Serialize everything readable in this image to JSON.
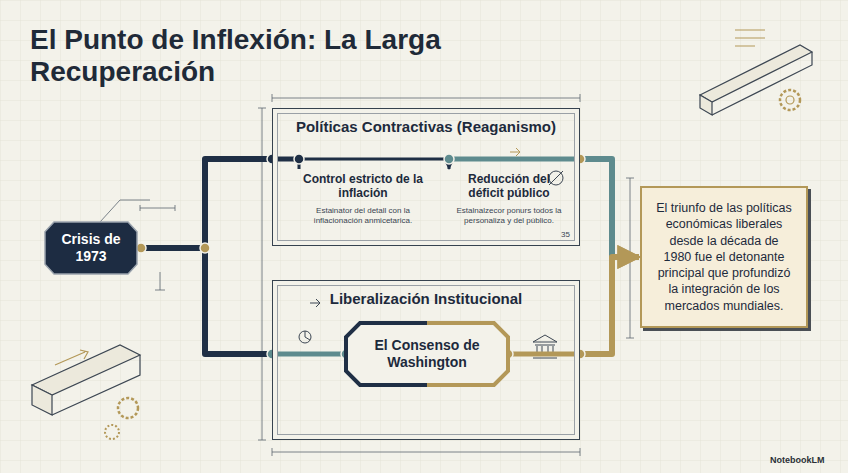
{
  "diagram": {
    "title": "El Punto de Inflexión: La Larga Recuperación",
    "nodes": [
      {
        "text": [
          "Crisis de 1973"
        ]
      },
      {
        "text": [
          "Políticas Contractivas (Reaganismo)"
        ]
      },
      {
        "text": [
          "Control estricto de la inflación",
          "Estainator del detall con la inflacionación anmicetarica."
        ],
        "in": 1
      },
      {
        "text": [
          "Reducción del déficit público",
          "Estalnalzecor ponurs todos la personaliza y del público."
        ],
        "in": 1
      },
      {
        "text": [
          "Liberalización Institucional"
        ]
      },
      {
        "text": [
          "El Consenso de Washington"
        ],
        "in": 4
      },
      {
        "text": [
          "El triunfo de las políticas económicas liberales desde la década de 1980 fue el detonante principal que profundizó la integración de los mercados mundiales."
        ]
      }
    ],
    "edges": [
      {
        "from": 0,
        "to": 1,
        "arrow": "none"
      },
      {
        "from": 2,
        "to": 3,
        "arrow": "to"
      },
      {
        "from": 0,
        "to": 4,
        "arrow": "none"
      },
      {
        "from": 1,
        "to": 6,
        "arrow": "to"
      },
      {
        "from": 4,
        "to": 6,
        "arrow": "to"
      }
    ],
    "labels": [
      "35",
      "NotebookLM"
    ]
  }
}
